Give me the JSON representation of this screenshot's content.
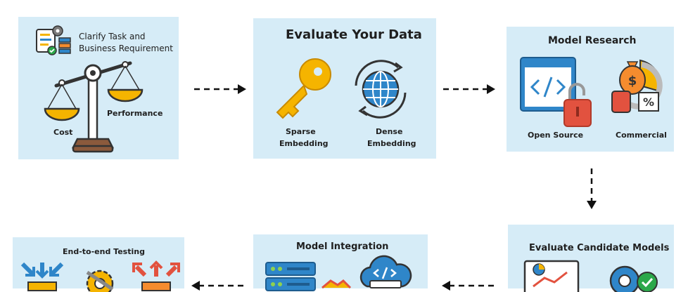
{
  "steps": {
    "clarify": {
      "title_line1": "Clarify Task and",
      "title_line2": "Business Requirement",
      "left_label": "Cost",
      "right_label": "Performance"
    },
    "evaluate_data": {
      "title": "Evaluate Your Data",
      "sparse_line1": "Sparse",
      "sparse_line2": "Embedding",
      "dense_line1": "Dense",
      "dense_line2": "Embedding"
    },
    "model_research": {
      "title": "Model Research",
      "open_source": "Open Source",
      "commercial": "Commercial"
    },
    "evaluate_candidates": {
      "title": "Evaluate Candidate Models"
    },
    "model_integration": {
      "title": "Model Integration"
    },
    "testing": {
      "title": "End-to-end Testing"
    }
  },
  "colors": {
    "box_bg": "#d6ecf7",
    "key_yellow": "#f5b400",
    "globe_blue": "#2f86c9",
    "lock_red": "#e2523f",
    "arrow": "#111111"
  }
}
